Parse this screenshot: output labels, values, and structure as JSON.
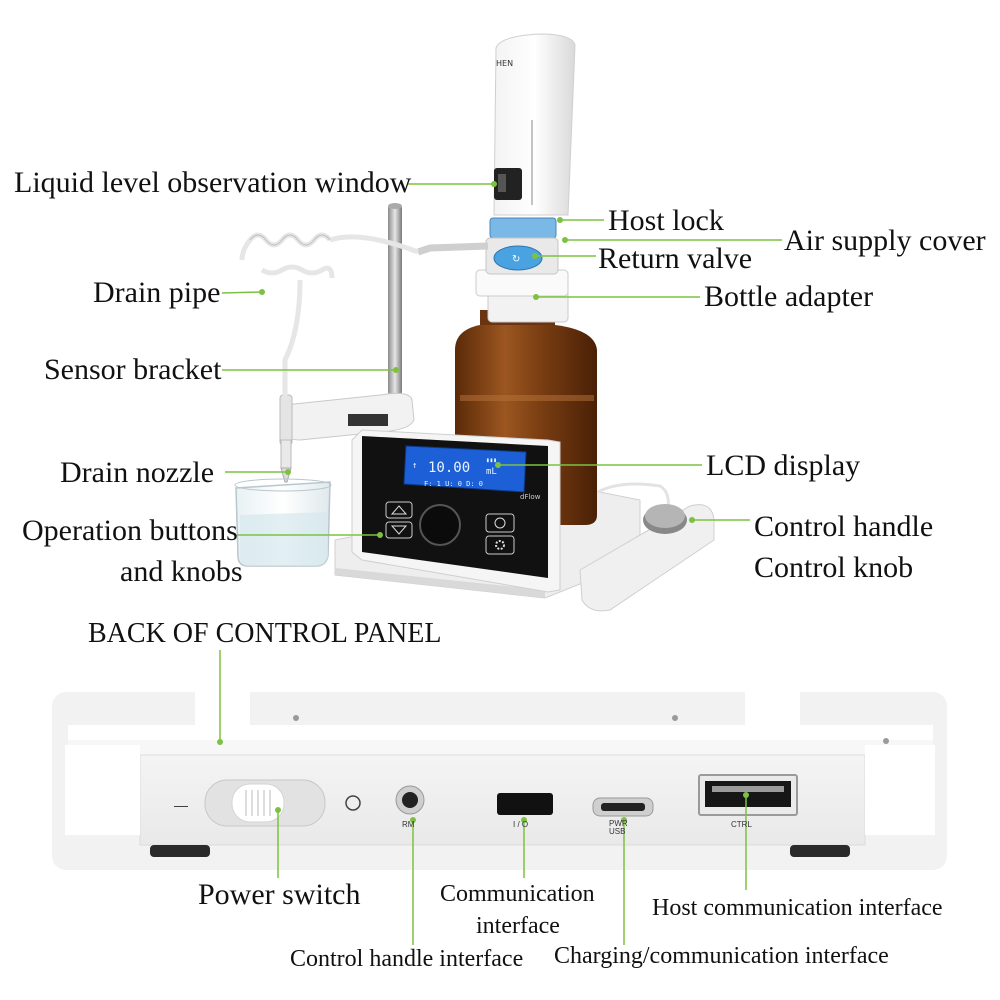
{
  "labels": {
    "liquid_window": "Liquid level observation window",
    "host_lock": "Host lock",
    "air_supply_cover": "Air supply cover",
    "return_valve": "Return valve",
    "drain_pipe": "Drain pipe",
    "bottle_adapter": "Bottle adapter",
    "sensor_bracket": "Sensor bracket",
    "drain_nozzle": "Drain nozzle",
    "lcd_display": "LCD display",
    "operation_buttons_line1": "Operation buttons",
    "operation_buttons_line2": "and knobs",
    "control_handle": "Control handle",
    "control_knob": "Control knob",
    "back_panel": "BACK OF CONTROL PANEL",
    "power_switch": "Power switch",
    "comm_interface_line1": "Communication",
    "comm_interface_line2": "interface",
    "host_comm_interface": "Host communication interface",
    "control_handle_interface": "Control handle interface",
    "charging_interface": "Charging/communication interface"
  },
  "device": {
    "lcd_volume": "10.00",
    "lcd_unit": "mL",
    "lcd_status": "F: 1  U: 0  D: 0",
    "lcd_battery": "▮▮▮",
    "brand": "dFlow",
    "top_brand": "HEN"
  },
  "ports": {
    "rm": "RM",
    "io": "I / O",
    "pwr": "PWR",
    "usb": "USB",
    "ctrl": "CTRL",
    "minus": "—"
  },
  "colors": {
    "leader": "#7dc142",
    "lcd_bg": "#1d5fd6",
    "bottle": "#7a3e12",
    "accent_blue": "#4aa3e0"
  },
  "icons": [
    "up-arrow-icon",
    "down-arrow-icon",
    "refresh-icon",
    "gear-icon"
  ]
}
